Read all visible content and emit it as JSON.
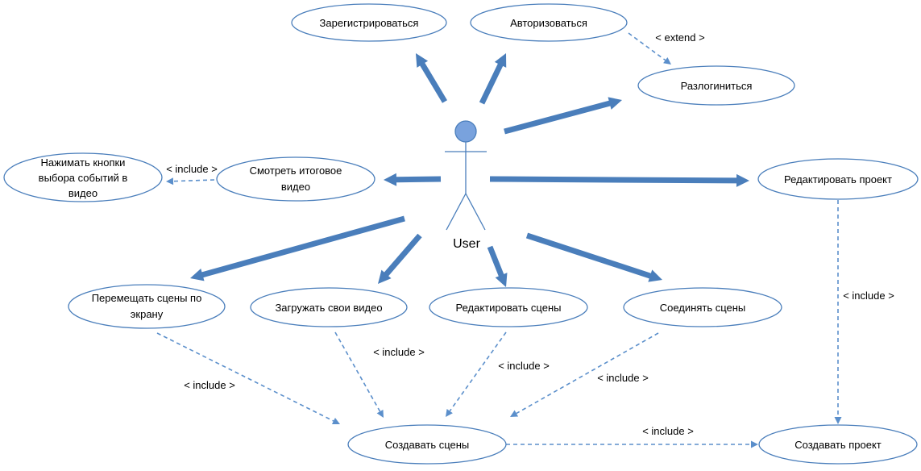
{
  "actor": {
    "label": "User"
  },
  "use_cases": {
    "register": [
      "Зарегистрироваться"
    ],
    "authorize": [
      "Авторизоваться"
    ],
    "logout": [
      "Разлогиниться"
    ],
    "press_buttons": [
      "Нажимать кнопки",
      "выбора событий в",
      "видео"
    ],
    "watch_video": [
      "Смотреть итоговое",
      "видео"
    ],
    "edit_project": [
      "Редактировать проект"
    ],
    "move_scenes": [
      "Перемещать сцены по",
      "экрану"
    ],
    "upload_videos": [
      "Загружать свои видео"
    ],
    "edit_scenes": [
      "Редактировать сцены"
    ],
    "join_scenes": [
      "Соединять сцены"
    ],
    "create_scenes": [
      "Создавать сцены"
    ],
    "create_project": [
      "Создавать проект"
    ]
  },
  "relations": {
    "extend_logout": "< extend >",
    "include_press_buttons": "< include >",
    "include_create_project": "< include >",
    "include_move_scenes": "< include >",
    "include_upload_videos": "< include >",
    "include_edit_scenes": "< include >",
    "include_join_scenes": "< include >",
    "include_create_scenes_project": "< include >"
  }
}
